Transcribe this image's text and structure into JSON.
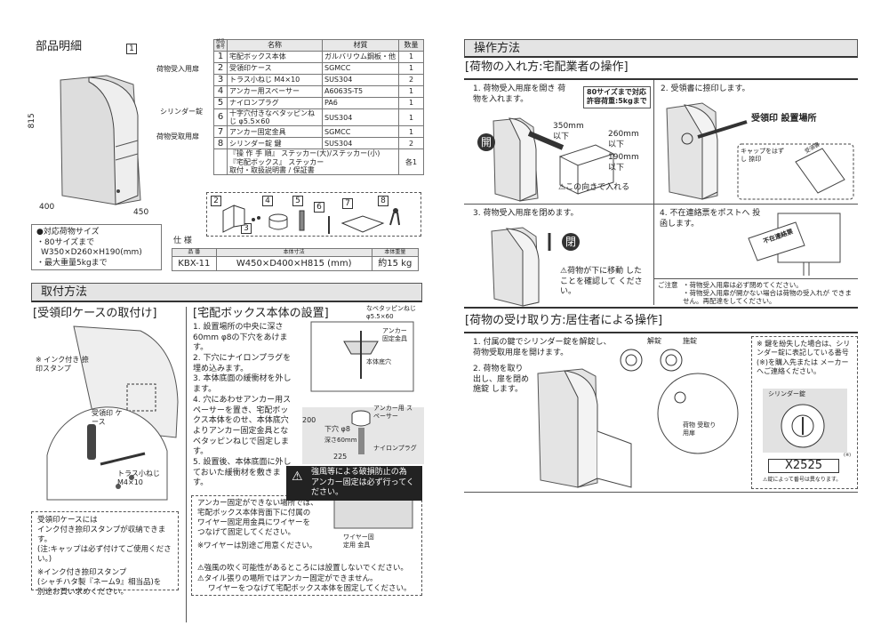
{
  "parts": {
    "title": "部品明細",
    "box_no": "1",
    "labels": {
      "receive_door": "荷物受入用扉",
      "cylinder": "シリンダー錠",
      "pickup_door": "荷物受取用扉"
    },
    "dims": {
      "h": "815",
      "d": "400",
      "w": "450"
    },
    "table": {
      "headers": [
        "部品番号",
        "名称",
        "材質",
        "数量"
      ],
      "rows": [
        [
          "1",
          "宅配ボックス本体",
          "ガルバリウム鋼板・他",
          "1"
        ],
        [
          "2",
          "受領印ケース",
          "SGMCC",
          "1"
        ],
        [
          "3",
          "トラス小ねじ M4×10",
          "SUS304",
          "2"
        ],
        [
          "4",
          "アンカー用スペーサー",
          "A6063S-T5",
          "1"
        ],
        [
          "5",
          "ナイロンプラグ",
          "PA6",
          "1"
        ],
        [
          "6",
          "十字穴付きなベタッピンねじ φ5.5×60",
          "SUS304",
          "1"
        ],
        [
          "7",
          "アンカー固定金具",
          "SGMCC",
          "1"
        ],
        [
          "8",
          "シリンダー錠 鍵",
          "SUS304",
          "2"
        ]
      ],
      "extras": [
        "『操 作 手 順』 ステッカー(大)/ステッカー(小)",
        "『宅配ボックス』 ステッカー",
        "取付・取扱説明書 / 保証書"
      ],
      "extras_qty": "各1"
    },
    "part_numbers": [
      "2",
      "3",
      "4",
      "5",
      "6",
      "7",
      "8"
    ]
  },
  "size": {
    "title": "●対応荷物サイズ",
    "l1": "・80サイズまで",
    "l2": "W350×D260×H190(mm)",
    "l3": "・最大重量5kgまで"
  },
  "spec": {
    "title": "仕 様",
    "headers": [
      "品 番",
      "本体寸法",
      "本体重量"
    ],
    "row": [
      "KBX-11",
      "W450×D400×H815 (mm)",
      "約15 kg"
    ]
  },
  "install": {
    "title": "取付方法",
    "case": {
      "title": "[受領印ケースの取付け]",
      "stamp_label": "※ インク付き 捺印スタンプ",
      "case_label": "受領印 ケース",
      "screw_label": "トラス小ねじ M4×10",
      "note": [
        "受領印ケースには",
        "インク付き捺印スタンプが収納できます。",
        "(注:キャップは必ず付けてご使用ください。)",
        "※インク付き捺印スタンプ",
        "(シャチハタ製『ネーム9』相当品)を",
        "別途お買い求めください。"
      ]
    },
    "body": {
      "title": "[宅配ボックス本体の設置]",
      "steps": [
        "1. 設置場所の中央に深さ60mm φ8の下穴をあけます。",
        "2. 下穴にナイロンプラグを埋め込みます。",
        "3. 本体底面の緩衝材を外します。",
        "4. 穴にあわせアンカー用スペーサーを置き、宅配ボックス本体をのせ、本体底穴よりアンカー固定金具となベタッピンねじで固定します。",
        "5. 設置後、本体底面に外しておいた緩衝材を敷きます。"
      ],
      "labels": {
        "screw": "なベタッピンねじ φ5.5×60",
        "bracket": "アンカー 固定金具",
        "bottom_hole": "本体底穴",
        "spacer": "アンカー用 スペーサー",
        "pilot": "下穴 φ8",
        "depth": "深さ60mm",
        "plug": "ナイロンプラグ",
        "d200": "200",
        "d225": "225"
      },
      "warning": [
        "強風等による破損防止の為",
        "アンカー固定は必ず行ってください。"
      ],
      "wire": [
        "アンカー固定ができない場所では、",
        "宅配ボックス本体背面下に付属の",
        "ワイヤー固定用金具にワイヤーを",
        "つなげて固定してください。",
        "※ワイヤーは別途ご用意ください。"
      ],
      "wire_label": "ワイヤー固定用 金具",
      "cautions": [
        "強風の吹く可能性があるところには設置しないでください。",
        "タイル張りの場所ではアンカー固定ができません。",
        "ワイヤーをつなげて宅配ボックス本体を固定してください。"
      ]
    }
  },
  "ops": {
    "title": "操作方法",
    "put": {
      "title": "[荷物の入れ方:宅配業者の操作]",
      "s1": "1. 荷物受入用扉を開き 荷物を入れます。",
      "s1_box": [
        "80サイズまで対応",
        "許容荷重:5kgまで"
      ],
      "open": "開",
      "d350": "350mm 以下",
      "d260": "260mm 以下",
      "d190": "190mm 以下",
      "orient": "この向きで入れる",
      "s2": "2. 受領書に捺印します。",
      "stamp_place": "受領印 設置場所",
      "cap": "キャップをはずし 捺印",
      "receipt": "受領書",
      "s3": "3. 荷物受入用扉を閉めます。",
      "close": "閉",
      "s3_note": "荷物が下に移動 したことを確認して ください。",
      "s4": "4. 不在連絡票をポストへ 投函します。",
      "slip": "不在連絡票",
      "caution_label": "ご注意",
      "cautions": [
        "・荷物受入用扉は必ず閉めてください。",
        "・荷物受入用扉が開かない場合は荷物の受入れが できません。再配達をしてください。"
      ]
    },
    "take": {
      "title": "[荷物の受け取り方:居住者による操作]",
      "s1": "1. 付属の鍵でシリンダー錠を解錠し、荷物受取用扉を開けます。",
      "s2": "2. 荷物を取り出し、扉を閉め施錠 します。",
      "unlock": "解錠",
      "lock": "施錠",
      "door_label": "荷物 受取り用扉",
      "lost": "※ 鍵を紛失した場合は、シリンダー錠に表記している番号(※)を購入先または メーカーへご連絡ください。",
      "cyl": "シリンダー錠",
      "mark": "(※)",
      "key_no": "X2525",
      "key_note": "錠によって番号は異なります。"
    }
  }
}
